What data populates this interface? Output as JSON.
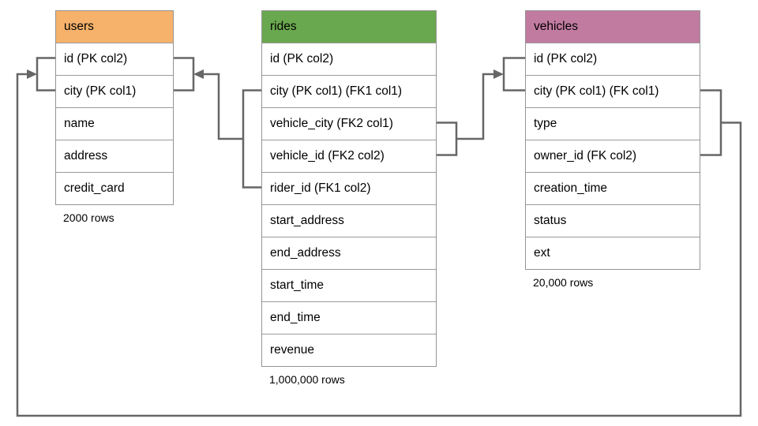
{
  "diagram": {
    "colors": {
      "connector_line": "#666666",
      "table_border": "#949494",
      "users_header": "#F6B26B",
      "rides_header": "#6AA84F",
      "vehicles_header": "#C27BA0"
    },
    "tables": [
      {
        "id": "users",
        "title": "users",
        "header_color": "#F6B26B",
        "columns": [
          "id (PK col2)",
          "city (PK col1)",
          "name",
          "address",
          "credit_card"
        ],
        "row_count": "2000 rows"
      },
      {
        "id": "rides",
        "title": "rides",
        "header_color": "#6AA84F",
        "columns": [
          "id (PK col2)",
          "city (PK col1) (FK1 col1)",
          "vehicle_city (FK2 col1)",
          "vehicle_id (FK2 col2)",
          "rider_id (FK1 col2)",
          "start_address",
          "end_address",
          "start_time",
          "end_time",
          "revenue"
        ],
        "row_count": "1,000,000 rows"
      },
      {
        "id": "vehicles",
        "title": "vehicles",
        "header_color": "#C27BA0",
        "columns": [
          "id (PK col2)",
          "city (PK col1) (FK col1)",
          "type",
          "owner_id (FK col2)",
          "creation_time",
          "status",
          "ext"
        ],
        "row_count": "20,000 rows"
      }
    ]
  }
}
